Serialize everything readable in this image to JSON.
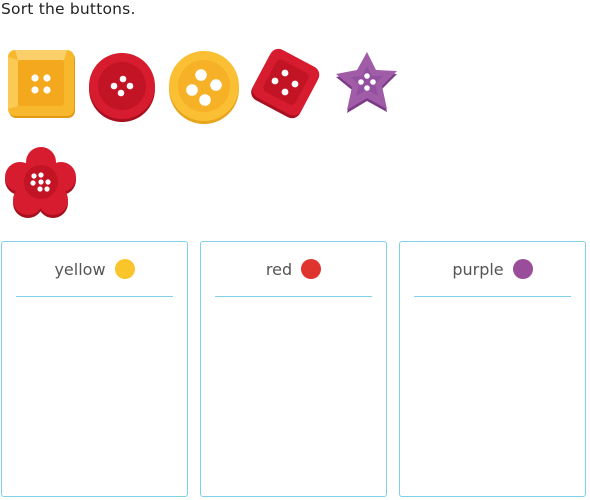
{
  "prompt": "Sort the buttons.",
  "buttons": [
    {
      "shape": "square",
      "color": "yellow"
    },
    {
      "shape": "circle",
      "color": "red"
    },
    {
      "shape": "circle",
      "color": "yellow"
    },
    {
      "shape": "diamond",
      "color": "red"
    },
    {
      "shape": "star",
      "color": "purple"
    },
    {
      "shape": "flower",
      "color": "red"
    }
  ],
  "bins": [
    {
      "label": "yellow",
      "color": "#f9c52b"
    },
    {
      "label": "red",
      "color": "#e0352f"
    },
    {
      "label": "purple",
      "color": "#9a4d9a"
    }
  ],
  "colors": {
    "yellow": "#f7b82e",
    "red": "#d61c2e",
    "purple": "#a15ca8",
    "border": "#7fd0e8"
  }
}
